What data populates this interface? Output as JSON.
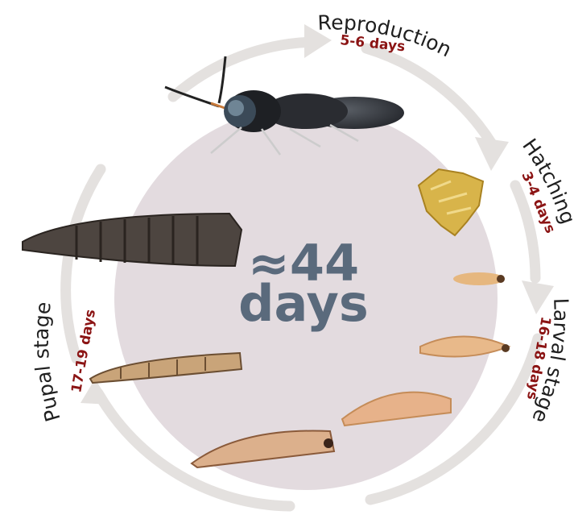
{
  "center": {
    "approx_symbol": "≈",
    "number": "44",
    "unit": "days"
  },
  "stages": [
    {
      "name": "Reproduction",
      "duration": "5-6 days"
    },
    {
      "name": "Hatching",
      "duration": "3-4 days"
    },
    {
      "name": "Larval stage",
      "duration": "16-18 days"
    },
    {
      "name": "Pupal stage",
      "duration": "17-19 days"
    }
  ],
  "colors": {
    "circle_fill": "#e3dbdf",
    "cycle_ring": "#e4e1df",
    "stage_name": "#1f1f1f",
    "duration": "#8b1414",
    "center_text": "#5a6a7c"
  },
  "icons": [
    "black-soldier-fly-image",
    "egg-cluster-image",
    "larva-image",
    "prepupa-image",
    "pupa-image"
  ]
}
